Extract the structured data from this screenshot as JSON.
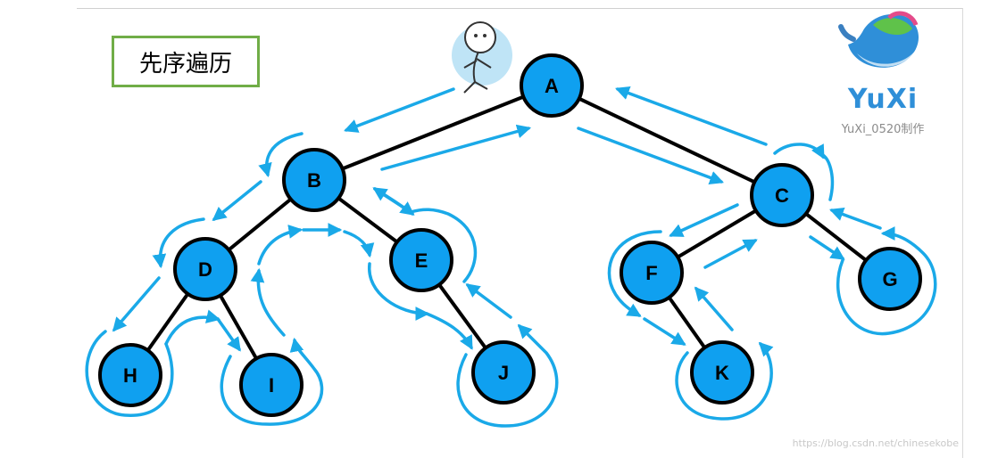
{
  "title": "先序遍历",
  "brand": {
    "name": "YuXi",
    "credit": "YuXi_0520制作",
    "logo_icon": "whale-logo-icon"
  },
  "watermark": "https://blog.csdn.net/chinesekobe",
  "mascot_icon": "walking-stick-figure-icon",
  "colors": {
    "node_fill": "#0fa0f0",
    "edge": "#000000",
    "traversal": "#1aa9e8",
    "title_border": "#70ad47"
  },
  "tree": {
    "root": "A",
    "nodes": [
      {
        "id": "A",
        "label": "A",
        "children": [
          "B",
          "C"
        ]
      },
      {
        "id": "B",
        "label": "B",
        "children": [
          "D",
          "E"
        ]
      },
      {
        "id": "C",
        "label": "C",
        "children": [
          "F",
          "G"
        ]
      },
      {
        "id": "D",
        "label": "D",
        "children": [
          "H",
          "I"
        ]
      },
      {
        "id": "E",
        "label": "E",
        "children": [
          "J"
        ]
      },
      {
        "id": "F",
        "label": "F",
        "children": [
          "K"
        ]
      },
      {
        "id": "G",
        "label": "G",
        "children": []
      },
      {
        "id": "H",
        "label": "H",
        "children": []
      },
      {
        "id": "I",
        "label": "I",
        "children": []
      },
      {
        "id": "J",
        "label": "J",
        "children": []
      },
      {
        "id": "K",
        "label": "K",
        "children": []
      }
    ]
  }
}
